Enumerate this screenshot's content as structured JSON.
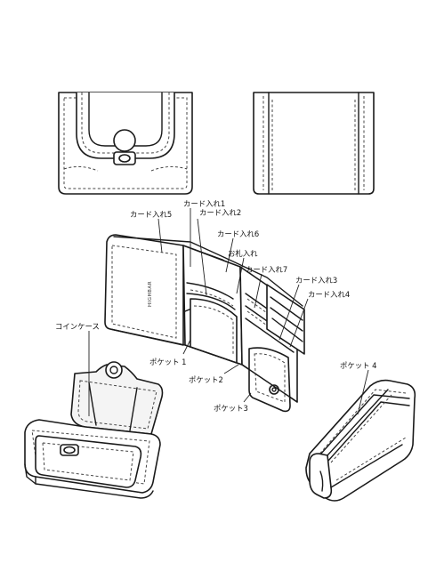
{
  "labels": {
    "card5": "カード入れ5",
    "card1": "カード入れ1",
    "card2": "カード入れ2",
    "card6": "カード入れ6",
    "bills": "お札入れ",
    "card7": "カード入れ7",
    "card3": "カード入れ3",
    "card4": "カード入れ4",
    "coin_case": "コインケース",
    "pocket1": "ポケット 1",
    "pocket2": "ポケット2",
    "pocket3": "ポケット3",
    "pocket4": "ポケット 4"
  },
  "brand_stamp": "HIGHBAR"
}
